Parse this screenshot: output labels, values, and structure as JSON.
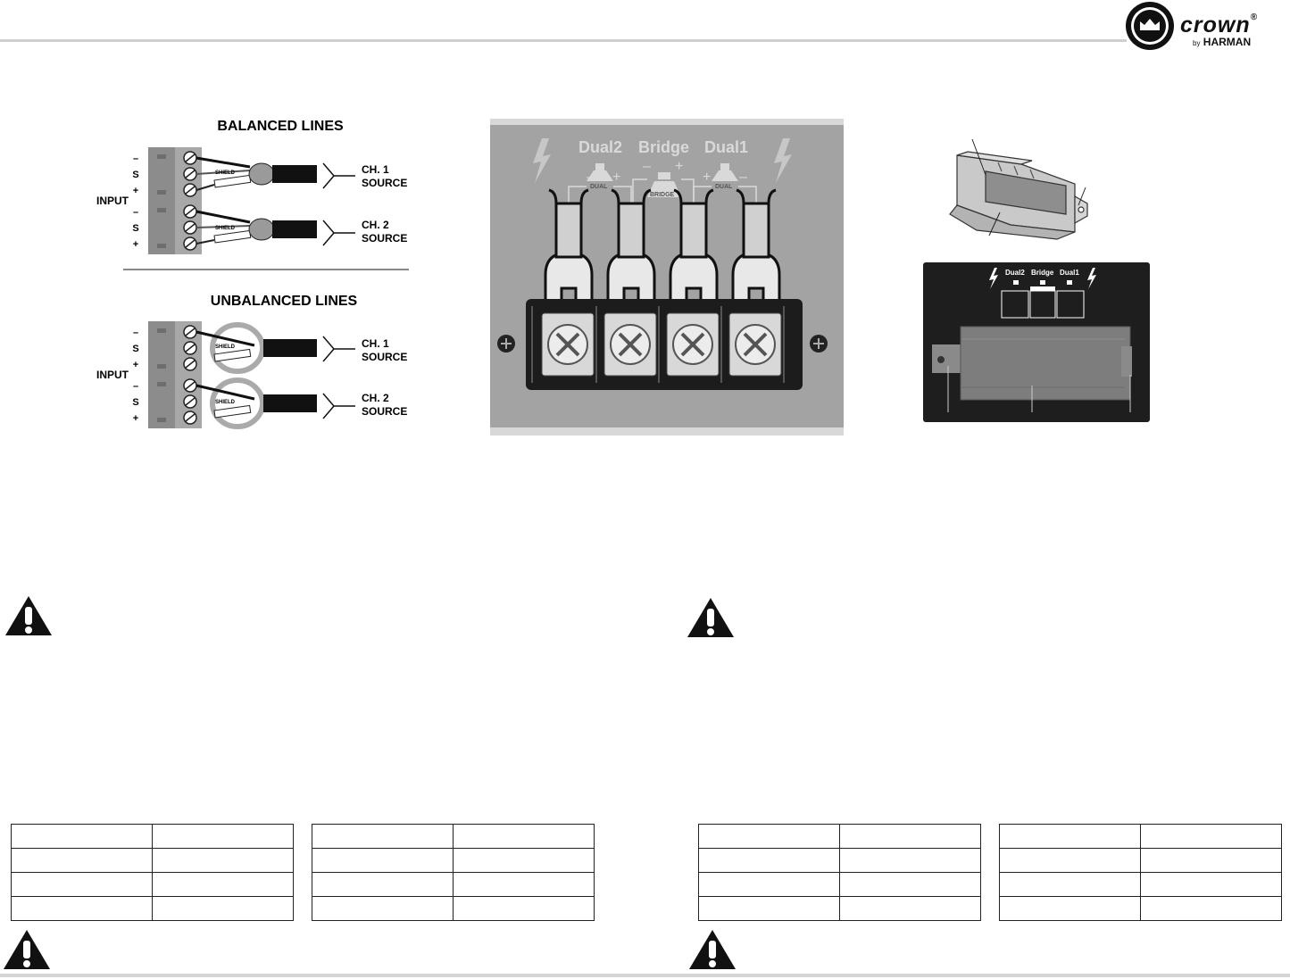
{
  "brand": {
    "word": "crown",
    "registered": "®",
    "by_prefix": "by",
    "by_name": "HARMAN"
  },
  "wiring": {
    "balanced_title": "BALANCED LINES",
    "unbalanced_title": "UNBALANCED LINES",
    "input_label": "INPUT",
    "pins": [
      "–",
      "S",
      "+",
      "–",
      "S",
      "+"
    ],
    "shield_label": "SHIELD",
    "ch1_line1": "CH. 1",
    "ch2_line1": "CH. 2",
    "source_label": "SOURCE"
  },
  "terminal": {
    "dual2": "Dual2",
    "bridge": "Bridge",
    "dual1": "Dual1",
    "minus": "–",
    "plus": "+",
    "dual_tag": "DUAL",
    "bridge_tag": "BRIDGE"
  },
  "cover": {
    "dual2": "Dual2",
    "bridge": "Bridge",
    "dual1": "Dual1"
  },
  "colors": {
    "panel": "#a3a3a3",
    "terminal_block": "#1c1c1c",
    "accent_dark": "#2a2a2a"
  }
}
